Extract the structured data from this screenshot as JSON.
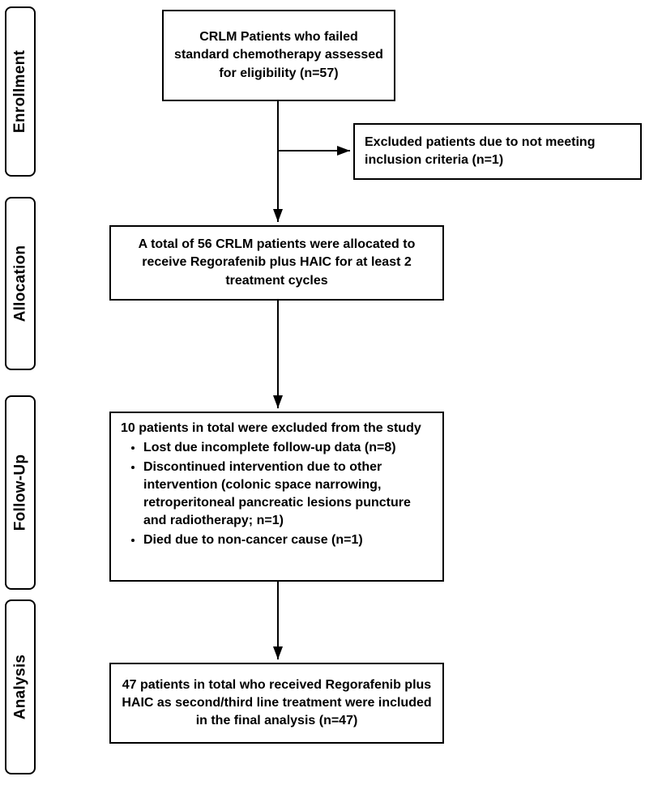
{
  "stages": [
    {
      "label": "Enrollment"
    },
    {
      "label": "Allocation"
    },
    {
      "label": "Follow-Up"
    },
    {
      "label": "Analysis"
    }
  ],
  "boxes": {
    "eligibility": {
      "text": "CRLM Patients who failed standard chemotherapy assessed for eligibility (n=57)"
    },
    "excluded": {
      "text": "Excluded patients due to not meeting inclusion criteria (n=1)"
    },
    "allocation": {
      "text": "A total of 56 CRLM patients were allocated to receive Regorafenib plus HAIC for at least 2 treatment cycles"
    },
    "followup": {
      "intro": "10 patients in total were excluded from the study",
      "bullets": [
        "Lost due incomplete follow-up data (n=8)",
        "Discontinued intervention due to other intervention (colonic space narrowing, retroperitoneal pancreatic lesions puncture and radiotherapy; n=1)",
        "Died due to non-cancer cause (n=1)"
      ]
    },
    "analysis": {
      "text": "47 patients in total who received Regorafenib plus HAIC as second/third line treatment were included in the final analysis (n=47)"
    }
  },
  "colors": {
    "line": "#000000",
    "border": "#000000",
    "text": "#000000",
    "background": "#ffffff"
  }
}
